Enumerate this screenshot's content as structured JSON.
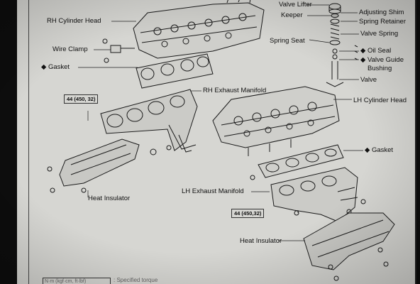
{
  "labels": {
    "rh_cylinder_head": "RH Cylinder Head",
    "wire_clamp": "Wire Clamp",
    "gasket_upper": "◆ Gasket",
    "rh_exhaust_manifold": "RH Exhaust Manifold",
    "heat_insulator_left": "Heat Insulator",
    "valve_lifter": "Valve Lifter",
    "keeper": "Keeper",
    "adjusting_shim": "Adjusting Shim",
    "spring_retainer": "Spring Retainer",
    "valve_spring": "Valve Spring",
    "spring_seat": "Spring Seat",
    "oil_seal": "◆ Oil Seal",
    "valve_guide_bushing_1": "◆ Valve Guide",
    "valve_guide_bushing_2": "Bushing",
    "valve": "Valve",
    "lh_cylinder_head": "LH Cylinder Head",
    "gasket_right": "◆ Gasket",
    "lh_exhaust_manifold": "LH Exhaust Manifold",
    "heat_insulator_right": "Heat Insulator"
  },
  "torque": {
    "upper": "44 (450, 32)",
    "lower": "44 (450,32)"
  },
  "legend": {
    "key": "N·m (kgf·cm, ft·lbf)",
    "text": ": Specified torque"
  }
}
